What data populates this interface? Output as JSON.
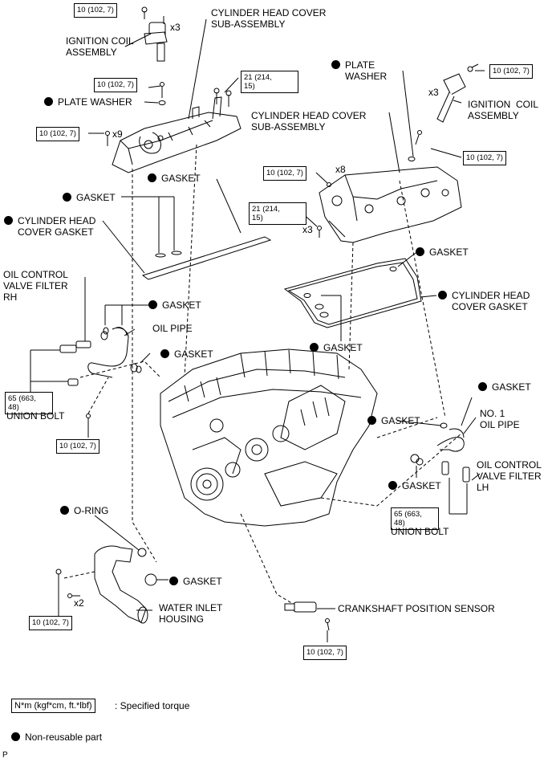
{
  "torque": {
    "t10": "10 (102, 7)",
    "t21": "21 (214,\n15)",
    "t65": "65 (663,\n48)"
  },
  "quantities": {
    "x3": "x3",
    "x9": "x9",
    "x8": "x8",
    "x2": "x2"
  },
  "labels": {
    "ignition_coil": "IGNITION COIL\nASSEMBLY",
    "cyl_head_cover_sub": "CYLINDER HEAD COVER\nSUB-ASSEMBLY",
    "plate_washer": "PLATE WASHER",
    "plate_washer_r": "PLATE\nWASHER",
    "gasket": "GASKET",
    "cyl_head_cover_gasket_l": "CYLINDER HEAD\nCOVER GASKET",
    "cyl_head_cover_gasket_r": "CYLINDER HEAD\nCOVER GASKET",
    "ocv_filter_rh": "OIL CONTROL\nVALVE FILTER\nRH",
    "oil_pipe": "OIL PIPE",
    "union_bolt": "UNION BOLT",
    "no1_oil_pipe": "NO. 1\nOIL PIPE",
    "ocv_filter_lh": "OIL CONTROL\nVALVE FILTER\nLH",
    "o_ring": "O-RING",
    "water_inlet": "WATER INLET\nHOUSING",
    "crank_sensor": "CRANKSHAFT POSITION SENSOR",
    "ignition_coil_r": "IGNITION  COIL\nASSEMBLY"
  },
  "legend": {
    "unit": "N*m (kgf*cm, ft.*lbf)",
    "specified": ": Specified torque",
    "nonreusable": "Non-reusable part"
  },
  "footer_mark": "P"
}
